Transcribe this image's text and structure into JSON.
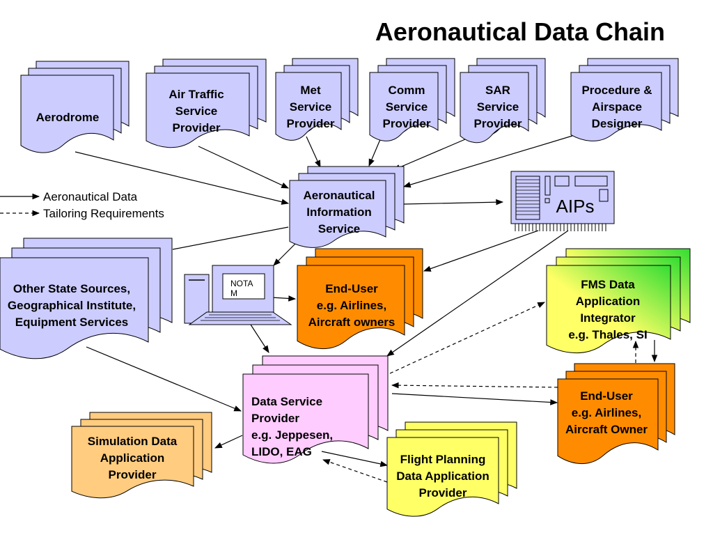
{
  "title": "Aeronautical Data Chain",
  "legend": {
    "solid": "Aeronautical Data",
    "dashed": "Tailoring Requirements"
  },
  "nodes": {
    "aerodrome": [
      "Aerodrome"
    ],
    "ats_provider": [
      "Air Traffic",
      "Service",
      "Provider"
    ],
    "met_provider": [
      "Met",
      "Service",
      "Provider"
    ],
    "comm_provider": [
      "Comm",
      "Service",
      "Provider"
    ],
    "sar_provider": [
      "SAR",
      "Service",
      "Provider"
    ],
    "procedure_designer": [
      "Procedure &",
      "Airspace",
      "Designer"
    ],
    "ais": [
      "Aeronautical",
      "Information",
      "Service"
    ],
    "aips": [
      "AIPs"
    ],
    "other_sources": [
      "Other State Sources,",
      "Geographical Institute,",
      "Equipment Services"
    ],
    "notam": [
      "NOTA",
      "M"
    ],
    "end_user_airlines": [
      "End-User",
      "e.g. Airlines,",
      "Aircraft owners"
    ],
    "fms_integrator": [
      "FMS Data",
      "Application",
      "Integrator",
      "e.g. Thales, SI"
    ],
    "data_service_provider": [
      "Data Service",
      "Provider",
      "e.g. Jeppesen,",
      "LIDO, EAG"
    ],
    "end_user_owner": [
      "End-User",
      "e.g. Airlines,",
      "Aircraft Owner"
    ],
    "simulation_provider": [
      "Simulation Data",
      "Application",
      "Provider"
    ],
    "flight_planning_provider": [
      "Flight Planning",
      "Data Application",
      "Provider"
    ]
  },
  "colors": {
    "source_fill": "#ccccff",
    "end_user_fill": "#ff8c00",
    "data_service_fill": "#ffccff",
    "simulation_fill": "#ffcc80",
    "flight_planning_fill": "#ffff66",
    "fms_gradient_start": "#ffff66",
    "fms_gradient_end": "#33dd33",
    "stroke": "#000000"
  }
}
